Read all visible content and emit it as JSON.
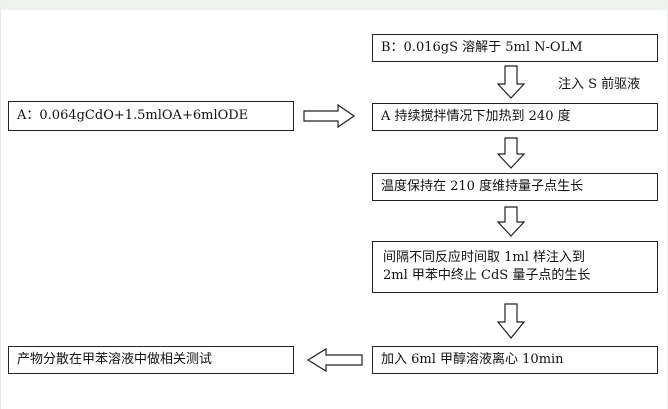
{
  "steps": {
    "b": "B：0.016gS 溶解于 5ml N-OLM",
    "inject_note": "注入 S 前驱液",
    "a": "A：0.064gCdO+1.5mlOA+6mlODE",
    "heat": "A 持续搅拌情况下加热到 240 度",
    "temp": "温度保持在 210 度维持量子点生长",
    "sample_line1": "间隔不同反应时间取 1ml 样注入到",
    "sample_line2": "2ml 甲苯中终止 CdS 量子点的生长",
    "centrifuge": "加入 6ml 甲醇溶液离心 10min",
    "product": "产物分散在甲苯溶液中做相关测试"
  }
}
